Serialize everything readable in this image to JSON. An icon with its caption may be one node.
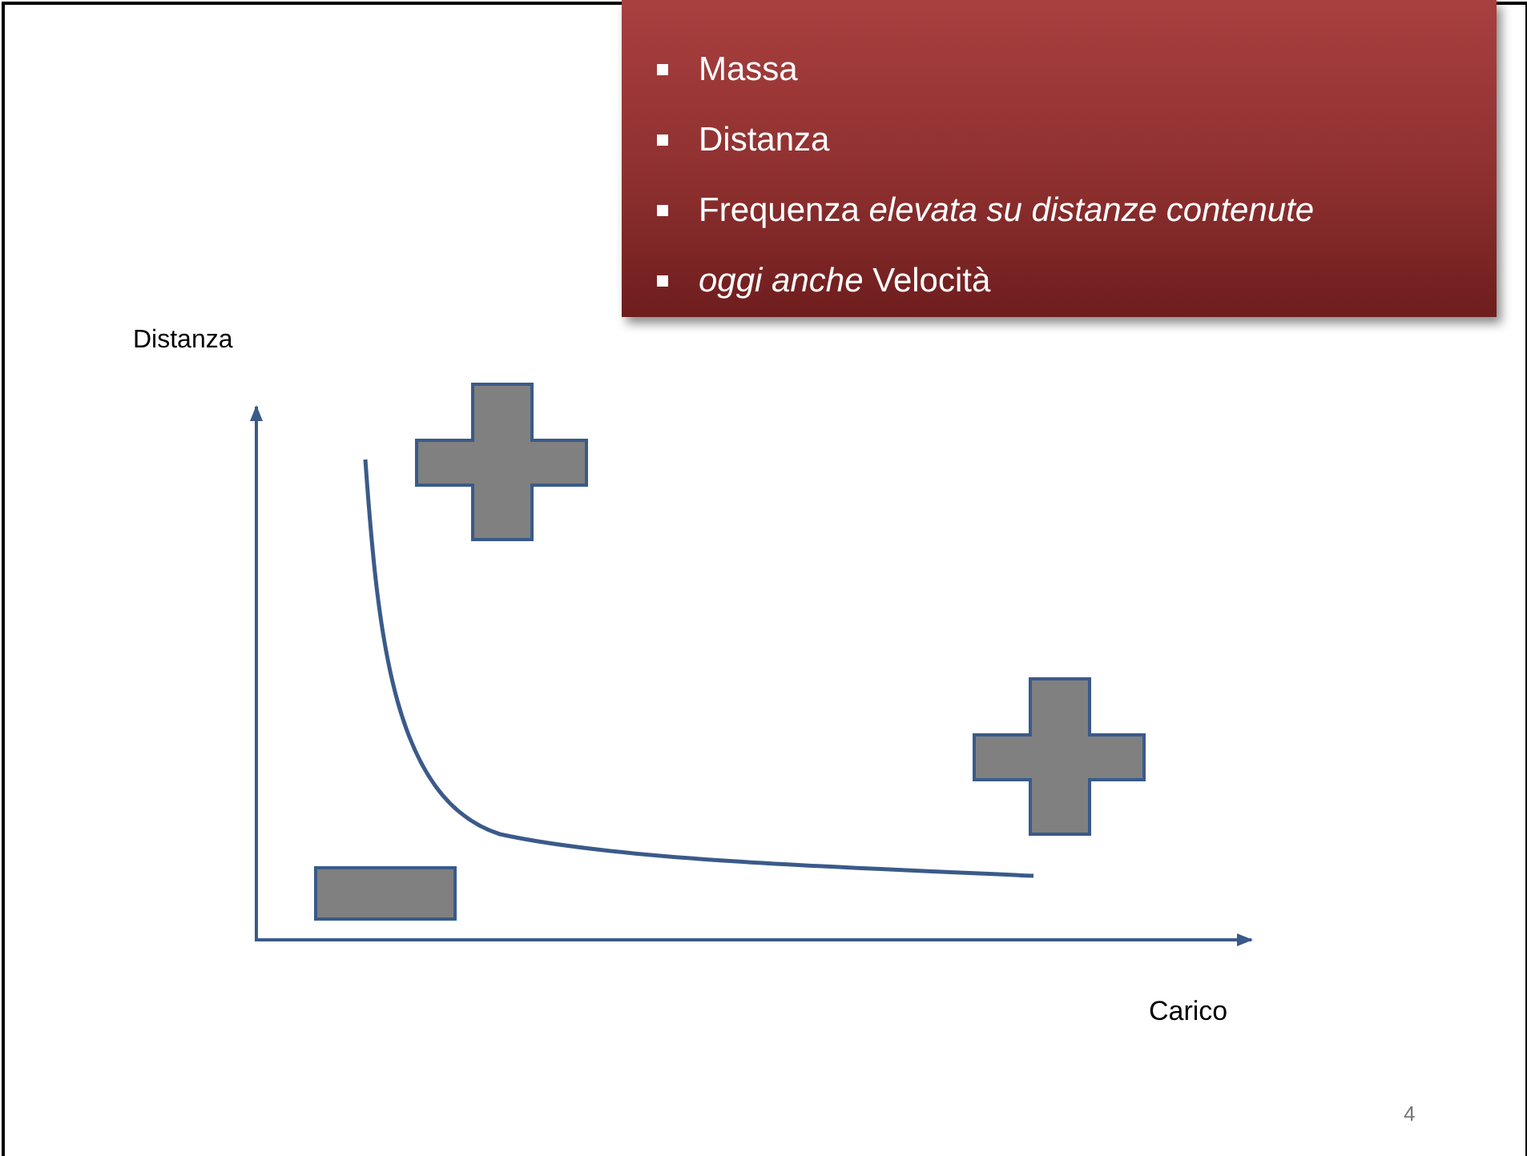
{
  "diagram": {
    "nodes": [
      {
        "text": [
          "Massa",
          "Distanza",
          "Frequenza *elevata su distanze contenute*",
          "*oggi anche* Velocità"
        ]
      }
    ],
    "labels": [
      "Distanza",
      "Carico",
      "4"
    ]
  }
}
